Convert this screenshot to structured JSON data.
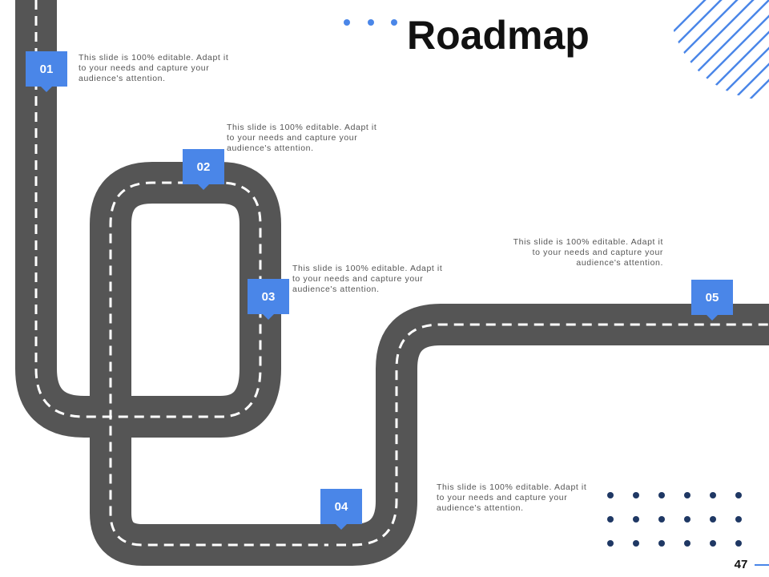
{
  "title": "Roadmap",
  "accent_color": "#4a86e8",
  "road_color": "#555555",
  "milestones": [
    {
      "number": "01",
      "text": "This slide is 100% editable. Adapt it to your needs and capture your audience's attention."
    },
    {
      "number": "02",
      "text": "This slide is 100% editable. Adapt it to your needs and capture your audience's attention."
    },
    {
      "number": "03",
      "text": "This slide is 100% editable. Adapt it to your needs and capture your audience's attention."
    },
    {
      "number": "04",
      "text": "This slide is 100% editable. Adapt it to your needs and capture your audience's attention."
    },
    {
      "number": "05",
      "text": "This slide is 100% editable. Adapt it to your needs and capture your audience's attention."
    }
  ],
  "page_number": "47"
}
